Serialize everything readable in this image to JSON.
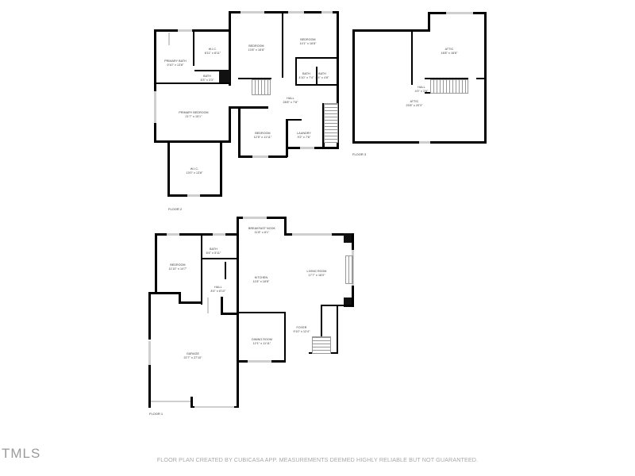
{
  "floors": [
    {
      "label": "FLOOR 2",
      "rooms": [
        {
          "name": "PRIMARY BATH",
          "dims": "9'10\" x 13'8\""
        },
        {
          "name": "W.I.C.",
          "dims": "8'11\" x 8'11\""
        },
        {
          "name": "BATH",
          "dims": "8'3\" x 3'3\""
        },
        {
          "name": "BEDROOM",
          "dims": "13'8\" x 16'8\""
        },
        {
          "name": "BEDROOM",
          "dims": "14'1\" x 16'8\""
        },
        {
          "name": "BATH",
          "dims": "4'10\" x 7'4\""
        },
        {
          "name": "BATH",
          "dims": "8'4\" x 4'8\""
        },
        {
          "name": "HALL",
          "dims": "28'8\" x 7'8\""
        },
        {
          "name": "PRIMARY BEDROOM",
          "dims": "21'7\" x 15'1\""
        },
        {
          "name": "BEDROOM",
          "dims": "12'5\" x 11'11\""
        },
        {
          "name": "LAUNDRY",
          "dims": "9'2\" x 7'6\""
        },
        {
          "name": "W.I.C.",
          "dims": "13'0\" x 13'8\""
        }
      ]
    },
    {
      "label": "FLOOR 3",
      "rooms": [
        {
          "name": "ATTIC",
          "dims": "18'8\" x 18'8\""
        },
        {
          "name": "HALL",
          "dims": "4'0\" x 3'6\""
        },
        {
          "name": "ATTIC",
          "dims": "29'8\" x 20'3\""
        }
      ]
    },
    {
      "label": "FLOOR 1",
      "rooms": [
        {
          "name": "BREAKFAST NOOK",
          "dims": "11'8\" x 8'1\""
        },
        {
          "name": "BATH",
          "dims": "8'4\" x 5'11\""
        },
        {
          "name": "BEDROOM",
          "dims": "11'10\" x 14'7\""
        },
        {
          "name": "KITCHEN",
          "dims": "11'8\" x 18'8\""
        },
        {
          "name": "LIVING ROOM",
          "dims": "17'7\" x 18'0\""
        },
        {
          "name": "HALL",
          "dims": "8'4\" x 8'10\""
        },
        {
          "name": "DINING ROOM",
          "dims": "12'1\" x 11'11\""
        },
        {
          "name": "FOYER",
          "dims": "9'10\" x 12'4\""
        },
        {
          "name": "GARAGE",
          "dims": "22'7\" x 27'10\""
        }
      ]
    }
  ],
  "watermark": "TMLS",
  "disclaimer": "FLOOR PLAN CREATED BY CUBICASA APP. MEASUREMENTS DEEMED HIGHLY RELIABLE BUT NOT GUARANTEED."
}
